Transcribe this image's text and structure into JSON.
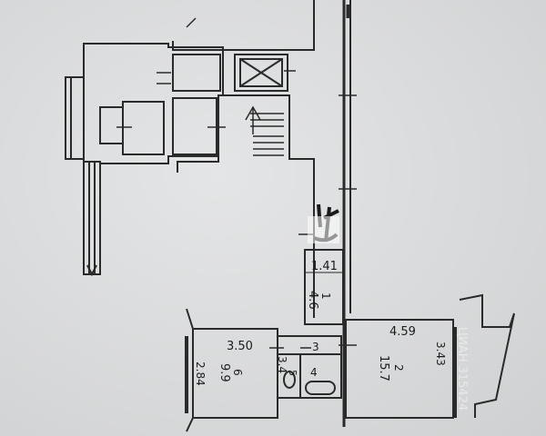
{
  "plan": {
    "colors": {
      "background": "#d9dadb",
      "line": "#2a2a2a",
      "text": "#1c1c1c",
      "watermark": "#ffffff"
    },
    "rooms": [
      {
        "id": "1",
        "name": "1",
        "area": "4.6"
      },
      {
        "id": "2",
        "name": "2",
        "area": "15.7"
      },
      {
        "id": "3",
        "name": "3"
      },
      {
        "id": "4",
        "name": "4"
      },
      {
        "id": "5",
        "name": "5"
      },
      {
        "id": "6",
        "name": "6",
        "area": "9.9"
      }
    ],
    "dimensions": {
      "corridor_width": "1.41",
      "kitchen_width": "3.50",
      "kitchen_depth": "2.84",
      "bath_depth": "3.4",
      "room_width": "4.59",
      "room_depth": "3.43"
    },
    "watermark": "ЦИАН 315424"
  }
}
